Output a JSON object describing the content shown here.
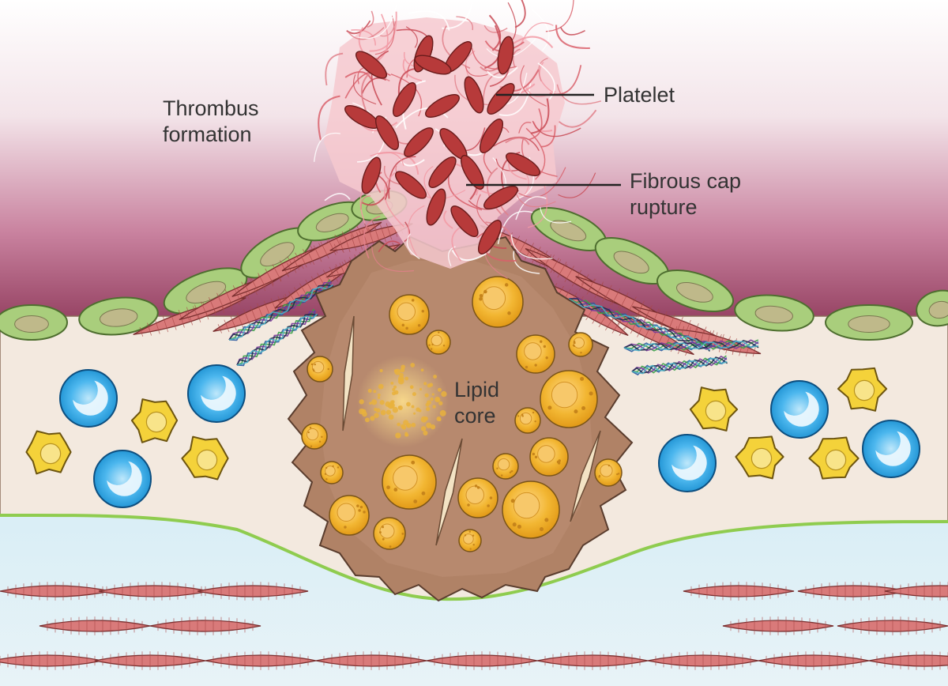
{
  "labels": {
    "thrombus": [
      "Thrombus",
      "formation"
    ],
    "platelet": "Platelet",
    "fibrous_cap": [
      "Fibrous cap",
      "rupture"
    ],
    "lipid_core": [
      "Lipid",
      "core"
    ]
  },
  "colors": {
    "lumen_top": "#ffffff",
    "lumen_mid": "#f0dde3",
    "lumen_bottom": "#8f3a5b",
    "intima": "#f3e9df",
    "media": "#d6ebf3",
    "internal_elastic_lamina": "#8fcc4f",
    "endothelial_cell": "#a9ce7c",
    "endothelial_nucleus": "#bfb98a",
    "smooth_muscle": "#d97a7a",
    "lipid_core_fill": "#b08266",
    "foam_cell": "#f2b632",
    "monocyte": "#27a6e6",
    "macrophage": "#f4d23a",
    "platelet": "#b73a3a",
    "fibrin": "#f2a5ad",
    "label_text": "#333333"
  }
}
